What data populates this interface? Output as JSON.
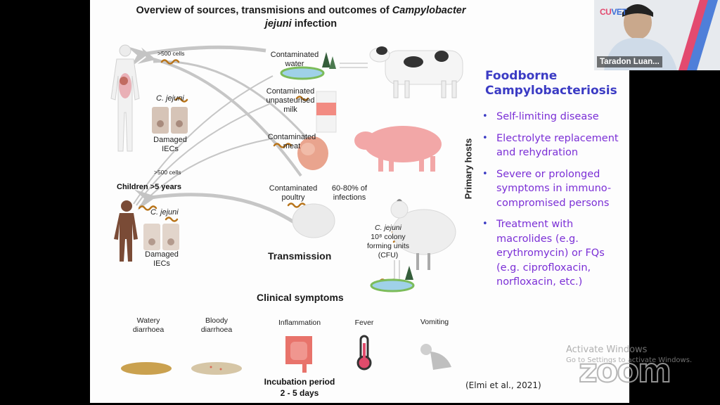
{
  "slide": {
    "title_part1": "Overview of sources, transmisions and outcomes of ",
    "title_italic1": "Campylobacter",
    "title_italic2": "jejuni",
    "title_part2": " infection",
    "diagram": {
      "human_adult": {
        "dose_label": ">500 cells",
        "bacteria_label": "C. jejuni",
        "iec_label_1": "Damaged",
        "iec_label_2": "IECs"
      },
      "human_child": {
        "group_label": "Children >5 years",
        "dose_label": ">500 cells",
        "bacteria_label": "C. jejuni",
        "iec_label_1": "Damaged",
        "iec_label_2": "IECs"
      },
      "sources": [
        {
          "line1": "Contaminated",
          "line2": "water",
          "line3": ""
        },
        {
          "line1": "Contaminated",
          "line2": "unpasteurised",
          "line3": "milk"
        },
        {
          "line1": "Contaminated",
          "line2": "meat",
          "line3": ""
        },
        {
          "line1": "Contaminated",
          "line2": "poultry",
          "line3": ""
        }
      ],
      "poultry_share_1": "60-80% of",
      "poultry_share_2": "infections",
      "chicken_label_1": "C. jejuni",
      "chicken_label_2": "10⁸ colony",
      "chicken_label_3": "forming units",
      "chicken_label_4": "(CFU)",
      "transmission_heading": "Transmission",
      "primary_hosts_label": "Primary hosts",
      "clinical_heading": "Clinical symptoms",
      "symptoms": [
        {
          "line1": "Watery",
          "line2": "diarrhoea"
        },
        {
          "line1": "Bloody",
          "line2": "diarrhoea"
        },
        {
          "line1": "Inflammation",
          "line2": ""
        },
        {
          "line1": "Fever",
          "line2": ""
        },
        {
          "line1": "Vomiting",
          "line2": ""
        }
      ],
      "incubation_label": "Incubation period",
      "incubation_value": "2 - 5  days"
    },
    "panel": {
      "heading_line1": "Foodborne",
      "heading_line2": "Campylobacteriosis",
      "bullets": [
        "Self-limiting disease",
        "Electrolyte replacement and rehydration",
        "Severe or prolonged symptoms in immuno-compromised persons",
        "Treatment with macrolides (e.g. erythromycin) or FQs (e.g. ciprofloxacin, norfloxacin, etc.)"
      ],
      "citation": "(Elmi et al., 2021)"
    }
  },
  "video_tile": {
    "logo_part1": "CU",
    "logo_part2": "VET",
    "participant_name": "Taradon Luan..."
  },
  "watermark": {
    "line1": "Activate Windows",
    "line2": "Go to Settings to activate Windows.",
    "app_logo": "zoom"
  },
  "colors": {
    "heading_blue": "#3b3bc4",
    "bullet_purple": "#7b2fd6",
    "bacteria_orange": "#b8741a",
    "arrow_gray": "#bdbdbd"
  }
}
